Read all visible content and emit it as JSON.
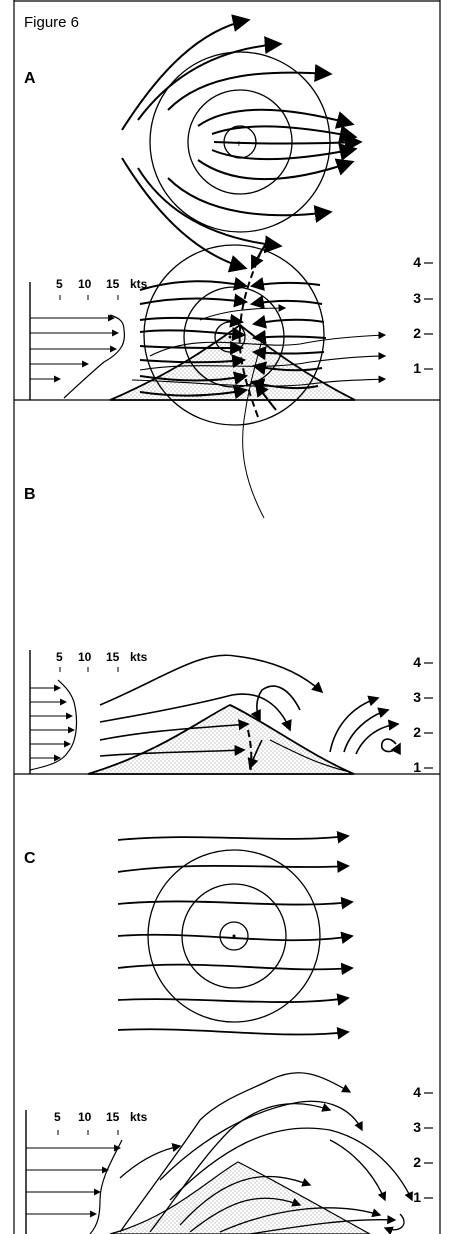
{
  "title": "Figure 6",
  "panels": [
    {
      "label": "A",
      "scale": [
        "5",
        "10",
        "15",
        "kts"
      ],
      "heights": [
        "4",
        "3",
        "2",
        "1"
      ]
    },
    {
      "label": "B",
      "scale": [
        "5",
        "10",
        "15",
        "kts"
      ],
      "heights": [
        "4",
        "3",
        "2",
        "1"
      ]
    },
    {
      "label": "C",
      "scale": [
        "5",
        "10",
        "15",
        "kts"
      ],
      "heights": [
        "4",
        "3",
        "2",
        "1"
      ]
    }
  ]
}
